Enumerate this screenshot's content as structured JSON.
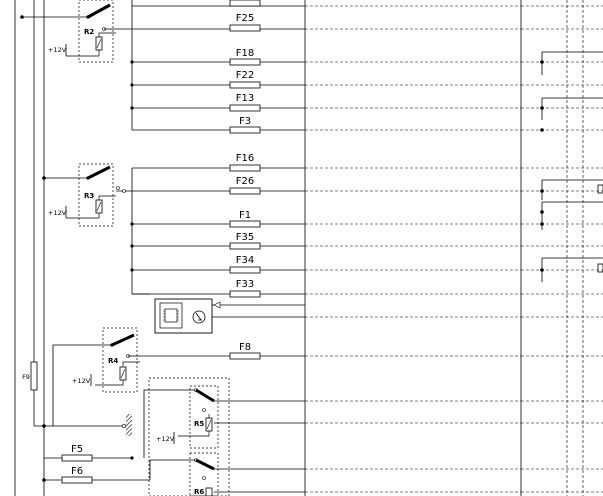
{
  "relays": [
    {
      "id": "r2",
      "label": "R2",
      "supply": "+12V"
    },
    {
      "id": "r3",
      "label": "R3",
      "supply": "+12V"
    },
    {
      "id": "r4",
      "label": "R4",
      "supply": "+12V"
    },
    {
      "id": "r5",
      "label": "R5",
      "supply": "+12V"
    },
    {
      "id": "r6",
      "label": "R6"
    }
  ],
  "fuses": [
    "F25",
    "F18",
    "F22",
    "F13",
    "F3",
    "F16",
    "F26",
    "F1",
    "F35",
    "F34",
    "F33",
    "F8",
    "F5",
    "F6",
    "F9"
  ],
  "colors": {
    "line": "#000000",
    "background": "#ffffff"
  }
}
